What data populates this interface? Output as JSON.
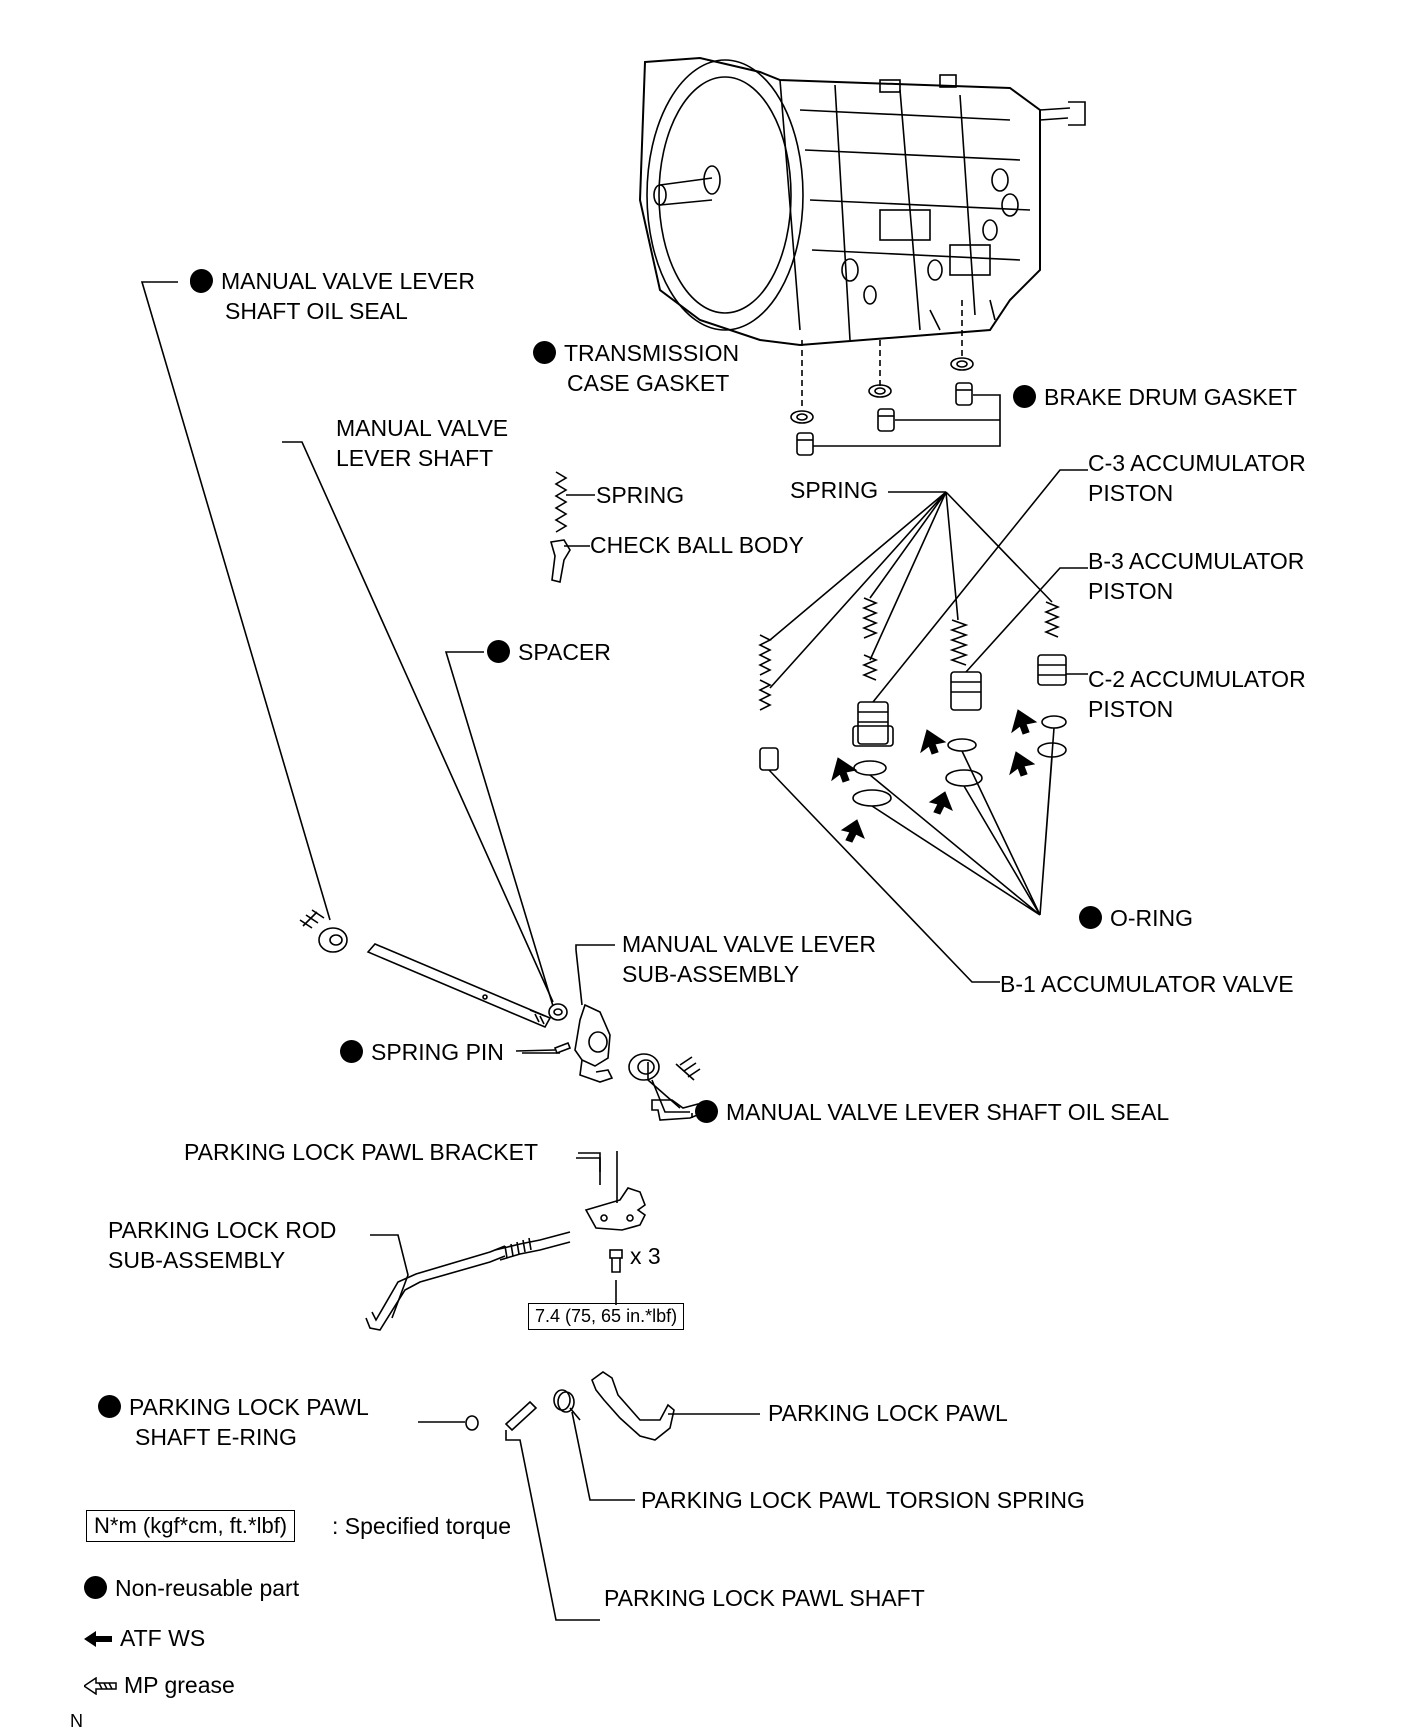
{
  "labels": {
    "manual_valve_lever_shaft_oil_seal_top": [
      "MANUAL VALVE LEVER",
      "SHAFT OIL SEAL"
    ],
    "transmission_case_gasket": [
      "TRANSMISSION",
      "CASE GASKET"
    ],
    "brake_drum_gasket": "BRAKE DRUM GASKET",
    "manual_valve_lever_shaft": [
      "MANUAL VALVE",
      "LEVER SHAFT"
    ],
    "spring_small": "SPRING",
    "check_ball_body": "CHECK BALL BODY",
    "spring": "SPRING",
    "c3_accumulator_piston": [
      "C-3 ACCUMULATOR",
      "PISTON"
    ],
    "b3_accumulator_piston": [
      "B-3 ACCUMULATOR",
      "PISTON"
    ],
    "spacer": "SPACER",
    "c2_accumulator_piston": [
      "C-2 ACCUMULATOR",
      "PISTON"
    ],
    "o_ring": "O-RING",
    "manual_valve_lever_sub_assembly": [
      "MANUAL VALVE LEVER",
      "SUB-ASSEMBLY"
    ],
    "b1_accumulator_valve": "B-1 ACCUMULATOR VALVE",
    "spring_pin": "SPRING PIN",
    "manual_valve_lever_shaft_oil_seal_bottom": "MANUAL VALVE LEVER SHAFT OIL SEAL",
    "parking_lock_pawl_bracket": "PARKING LOCK PAWL BRACKET",
    "parking_lock_rod_sub_assembly": [
      "PARKING LOCK ROD",
      "SUB-ASSEMBLY"
    ],
    "bolt_count": "x 3",
    "torque_value": "7.4 (75, 65 in.*lbf)",
    "parking_lock_pawl_shaft_e_ring": [
      "PARKING LOCK PAWL",
      "SHAFT E-RING"
    ],
    "parking_lock_pawl": "PARKING LOCK PAWL",
    "parking_lock_pawl_torsion_spring": "PARKING LOCK PAWL TORSION SPRING",
    "parking_lock_pawl_shaft": "PARKING LOCK PAWL SHAFT"
  },
  "legend": {
    "torque_box": "N*m (kgf*cm, ft.*lbf)",
    "torque_desc": ": Specified torque",
    "non_reusable": "Non-reusable part",
    "atf_ws": "ATF WS",
    "mp_grease": "MP grease"
  },
  "figure_code": "N"
}
